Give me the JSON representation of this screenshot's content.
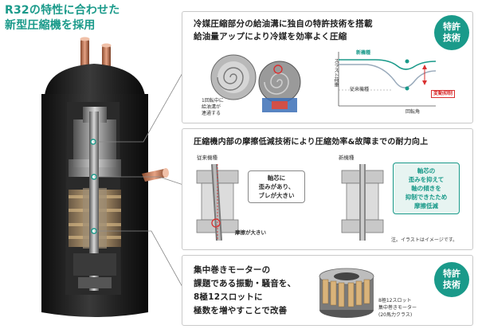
{
  "headline": {
    "line1": "R32の特性に合わせた",
    "line2": "新型圧縮機を採用"
  },
  "panel1": {
    "title_line1": "冷媒圧縮部分の給油溝に独自の特許技術を搭載",
    "title_line2": "給油量アップにより冷媒を効率よく圧縮",
    "caption": [
      "1回転中に",
      "給油溝が",
      "連通する"
    ],
    "graph": {
      "ylabel": "スラスト荷重",
      "xlabel": "回転角",
      "new_label": "新機種",
      "old_label": "従来機種",
      "annotation": "変動抑制"
    },
    "badge": [
      "特許",
      "技術"
    ]
  },
  "panel2": {
    "title": "圧縮機内部の摩擦低減技術により圧縮効率&故障までの耐力向上",
    "old_label": "従来機種",
    "new_label": "新機種",
    "old_bubble": [
      "軸芯に",
      "歪みがあり、",
      "ブレが大きい"
    ],
    "friction_label": "摩擦が大きい",
    "new_bubble": [
      "軸芯の",
      "歪みを抑えて",
      "軸の傾きを",
      "抑制できたため",
      "摩擦低減"
    ],
    "note": "注。イラストはイメージです。"
  },
  "panel3": {
    "text_lines": [
      "集中巻きモーターの",
      "課題である振動・騒音を、",
      "8極12スロットに",
      "極数を増やすことで改善"
    ],
    "motor_caption": [
      "8極12スロット",
      "集中巻きモーター",
      "(20馬力クラス)"
    ],
    "badge": [
      "特許",
      "技術"
    ]
  },
  "colors": {
    "accent": "#1a9a8a",
    "accent_light": "#e7f4f1",
    "highlight_red": "#d93030",
    "compressor_dark": "#1e1e1e"
  }
}
